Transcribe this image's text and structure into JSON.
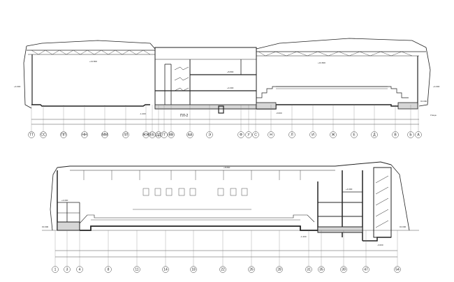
{
  "drawing": {
    "top_section": {
      "axes": [
        "ТТ",
        "СС",
        "ПП",
        "НН",
        "ММ",
        "ЛЛ",
        "ЖЖ",
        "ЕЕ",
        "ДД",
        "ГГ",
        "ВВ",
        "АА",
        "Э",
        "Ф",
        "У",
        "С",
        "Н",
        "Л",
        "И",
        "Ж",
        "Е",
        "Д",
        "В",
        "Б",
        "А"
      ],
      "note": "ПЛ-2",
      "street_label": "Улица",
      "levels": [
        "+13.800",
        "+13.800",
        "+4.000",
        "-1.200",
        "+4.000",
        "±0.000",
        "+8.800",
        "+4.000",
        "-3.000"
      ]
    },
    "bottom_section": {
      "axes": [
        "1",
        "3",
        "4",
        "8",
        "11",
        "14",
        "18",
        "22",
        "26",
        "28",
        "31",
        "35",
        "39",
        "47",
        "54"
      ],
      "levels": [
        "+8.800",
        "+4.000",
        "±0.000",
        "-1.200",
        "+4.000",
        "±0.000",
        "-3.000"
      ]
    },
    "line_color": "#222222",
    "hatch_color": "#bbbbbb"
  }
}
